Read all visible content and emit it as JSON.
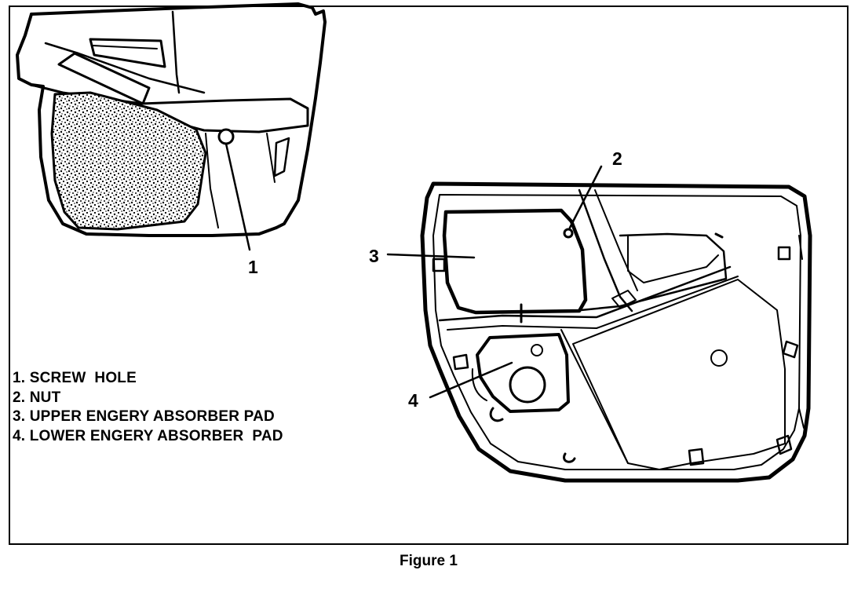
{
  "legend": {
    "items": [
      "1. SCREW  HOLE",
      "2. NUT",
      "3. UPPER ENGERY ABSORBER PAD",
      "4. LOWER ENGERY ABSORBER  PAD"
    ]
  },
  "callouts": {
    "c1": "1",
    "c2": "2",
    "c3": "3",
    "c4": "4"
  },
  "caption": "Figure 1"
}
